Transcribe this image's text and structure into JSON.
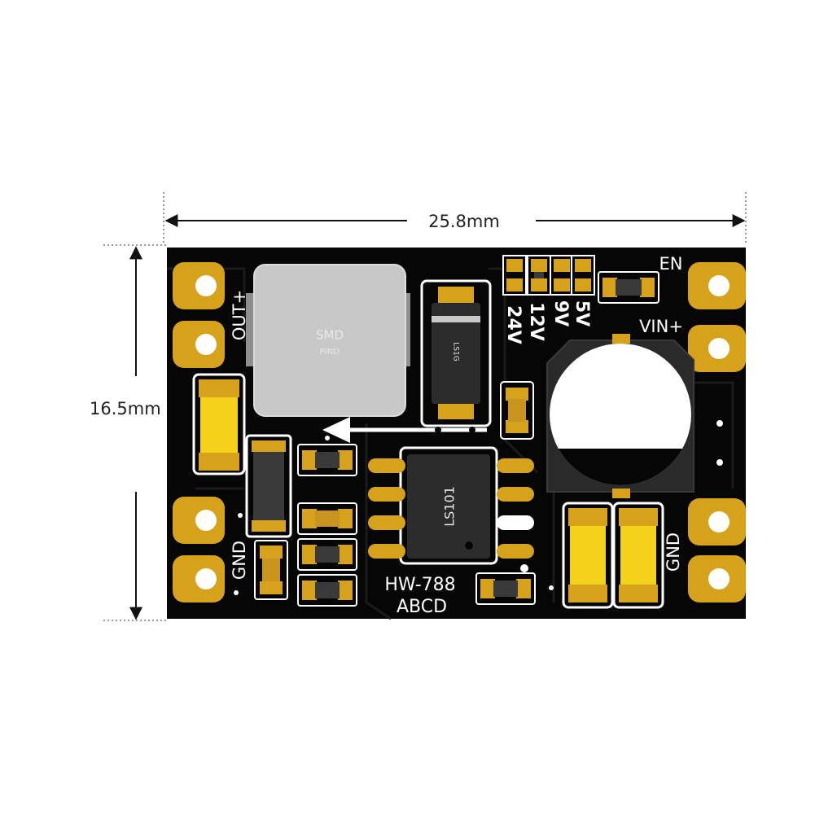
{
  "dimensions": {
    "width_label": "25.8mm",
    "height_label": "16.5mm"
  },
  "board": {
    "model": "HW-788",
    "variant": "ABCD",
    "pad_labels": {
      "out_plus": "OUT+",
      "gnd_left": "GND",
      "en": "EN",
      "vin_plus": "VIN+",
      "gnd_right": "GND"
    },
    "voltage_options": [
      "5V",
      "9V",
      "12V",
      "24V"
    ],
    "inductor_label": "SMD",
    "inductor_sublabel": "PIND",
    "diode_marking": "LS1G",
    "ic_marking": "LS101"
  },
  "colors": {
    "pcb": "#060606",
    "gold": "#d6a21c",
    "inductor": "#c8c8c8",
    "chip_body": "#2c2c2c",
    "cap_yellow": "#f5d21a",
    "silkscreen": "#ffffff"
  }
}
